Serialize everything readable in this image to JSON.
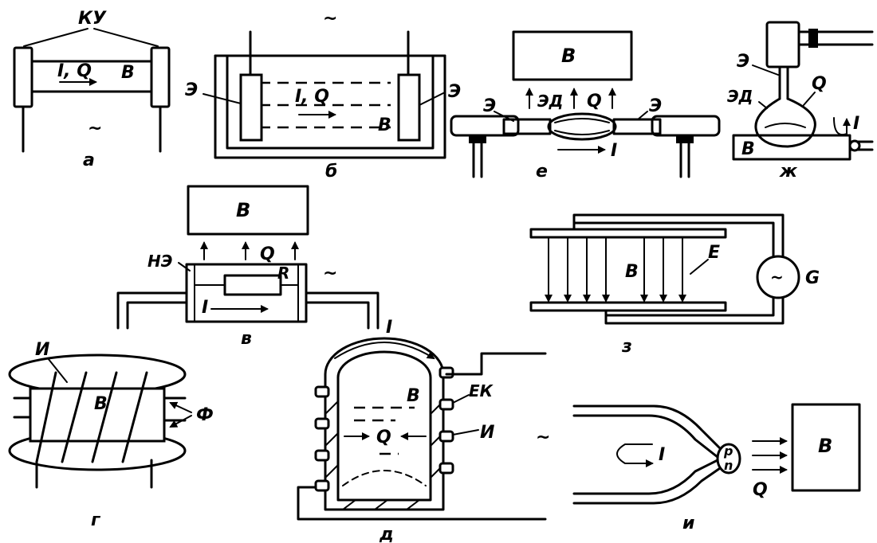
{
  "panels": {
    "a": {
      "caption": "а",
      "label_ku": "КУ",
      "label_iq": "I, Q",
      "label_b": "В",
      "label_ac": "~"
    },
    "b": {
      "caption": "б",
      "label_e_left": "Э",
      "label_e_right": "Э",
      "label_iq": "I, Q",
      "label_b": "В",
      "label_ac": "~"
    },
    "v": {
      "caption": "в",
      "box_label": "В",
      "label_q": "Q",
      "label_ne": "НЭ",
      "label_r": "R",
      "label_i": "I",
      "label_ac": "~"
    },
    "g": {
      "caption": "г",
      "label_i": "И",
      "label_b": "В",
      "label_phi": "Ф"
    },
    "d": {
      "caption": "д",
      "label_i_current": "I",
      "label_b": "В",
      "label_ek": "ЕК",
      "label_q": "Q",
      "label_i_inductor": "И",
      "label_ac": "~"
    },
    "e": {
      "caption": "е",
      "box_label": "В",
      "label_ed": "ЭД",
      "label_q": "Q",
      "label_e_left": "Э",
      "label_e_right": "Э",
      "label_i": "I"
    },
    "zh": {
      "caption": "ж",
      "label_e": "Э",
      "label_q": "Q",
      "label_ed": "ЭД",
      "label_i": "I",
      "label_b": "В"
    },
    "z": {
      "caption": "з",
      "label_b": "В",
      "label_e": "Е",
      "label_g": "G",
      "source_symbol": "~"
    },
    "i": {
      "caption": "и",
      "label_i": "I",
      "label_p": "p",
      "label_n": "n",
      "label_q": "Q",
      "box_label": "В"
    }
  }
}
